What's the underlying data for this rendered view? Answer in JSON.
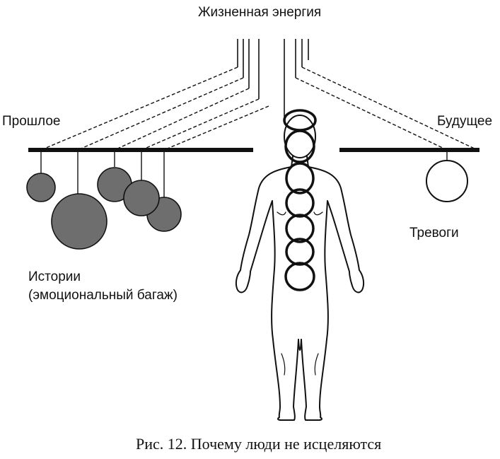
{
  "diagram": {
    "title": "Жизненная энергия",
    "past_label": "Прошлое",
    "future_label": "Будущее",
    "stories_label_line1": "Истории",
    "stories_label_line2": "(эмоциональный багаж)",
    "worries_label": "Тревоги",
    "caption": "Рис. 12. Почему люди не исцеляются"
  },
  "colors": {
    "ink": "#111111",
    "baggage_fill": "#6e6e6e",
    "background": "#ffffff"
  }
}
